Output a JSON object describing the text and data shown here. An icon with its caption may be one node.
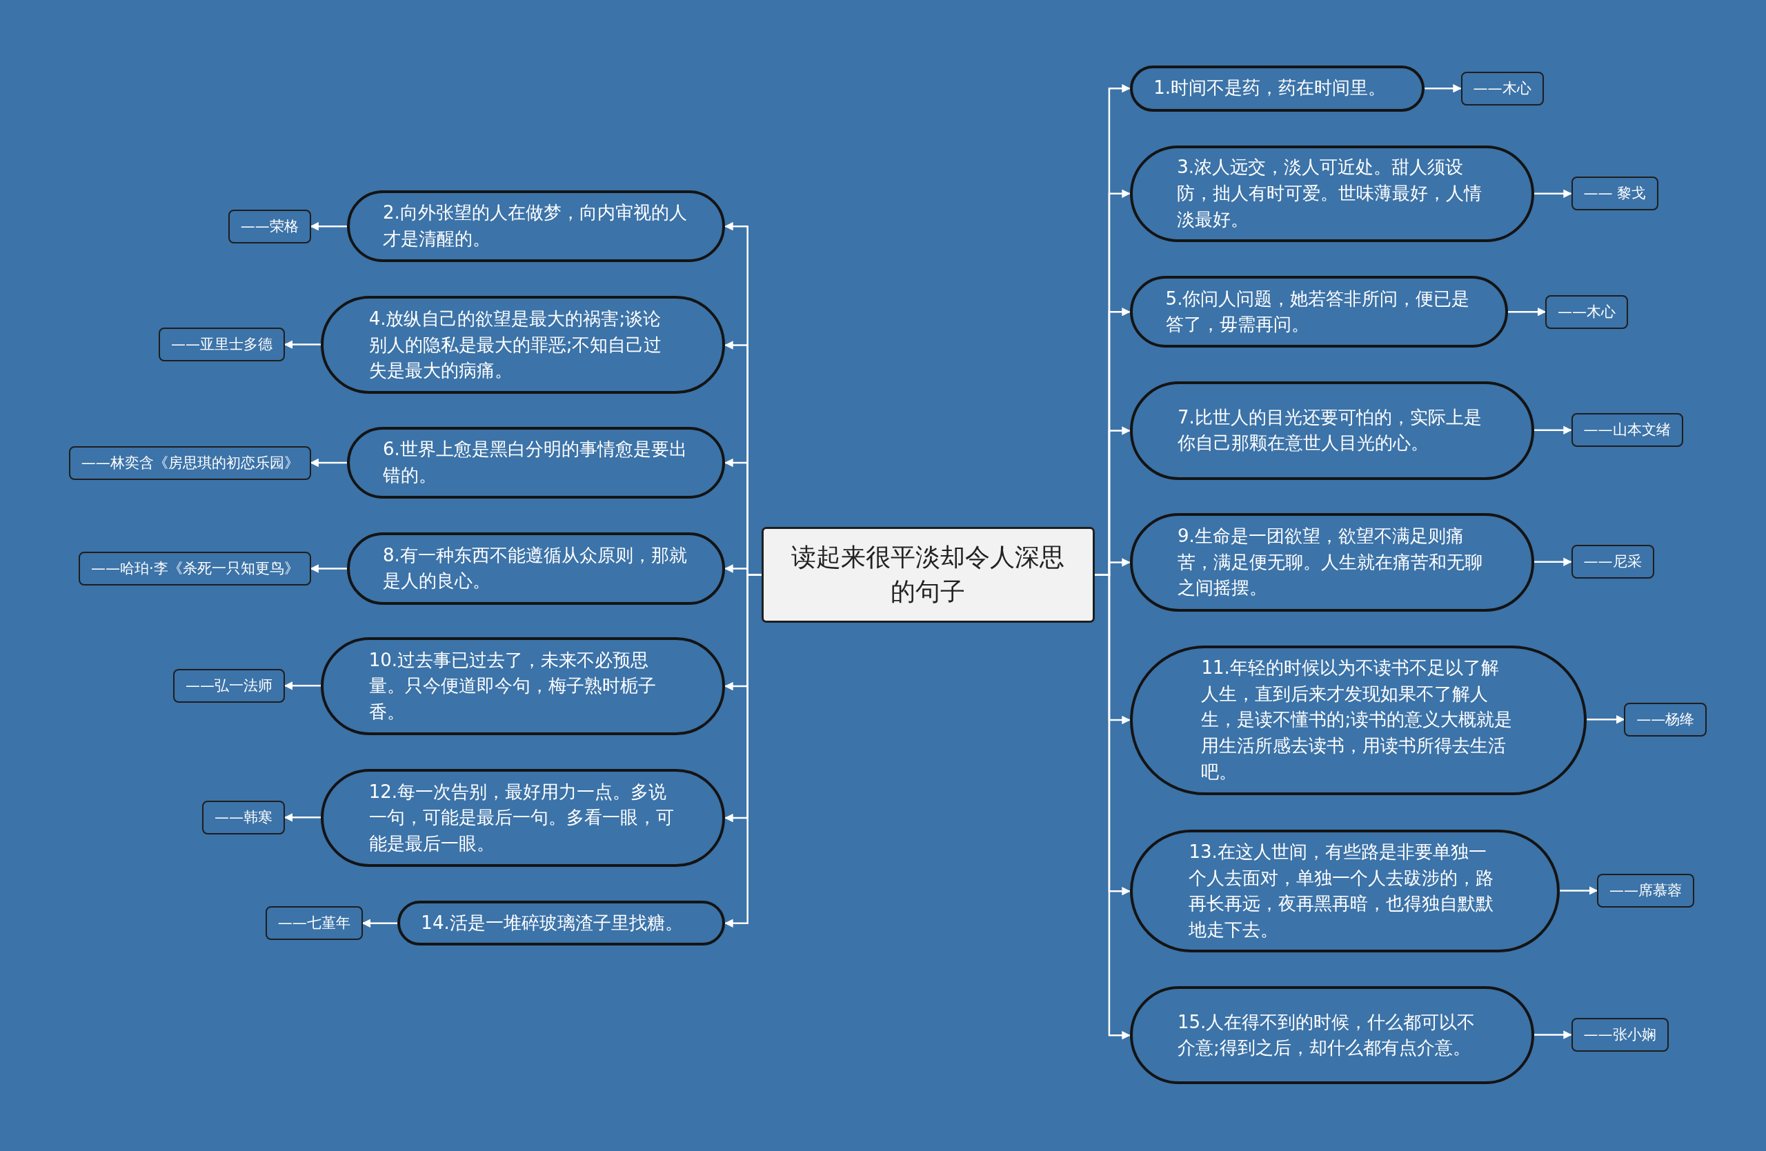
{
  "diagram": {
    "nodes": [
      {
        "text": [
          "读起来很平淡却令人深思的句子"
        ]
      },
      {
        "text": [
          "1.时间不是药，药在时间里。"
        ]
      },
      {
        "text": [
          "——木心"
        ]
      },
      {
        "text": [
          "2.向外张望的人在做梦，向内审视的人才是清醒的。"
        ]
      },
      {
        "text": [
          "——荣格"
        ]
      },
      {
        "text": [
          "3.浓人远交，淡人可近处。甜人须设防，拙人有时可爱。世味薄最好，人情淡最好。"
        ]
      },
      {
        "text": [
          "—— 黎戈"
        ]
      },
      {
        "text": [
          "4.放纵自己的欲望是最大的祸害;谈论别人的隐私是最大的罪恶;不知自己过失是最大的病痛。"
        ]
      },
      {
        "text": [
          "——亚里士多德"
        ]
      },
      {
        "text": [
          "5.你问人问题，她若答非所问，便已是答了，毋需再问。"
        ]
      },
      {
        "text": [
          "——木心"
        ]
      },
      {
        "text": [
          "6.世界上愈是黑白分明的事情愈是要出错的。"
        ]
      },
      {
        "text": [
          "——林奕含《房思琪的初恋乐园》"
        ]
      },
      {
        "text": [
          "7.比世人的目光还要可怕的，实际上是你自己那颗在意世人目光的心。"
        ]
      },
      {
        "text": [
          "——山本文绪"
        ]
      },
      {
        "text": [
          "8.有一种东西不能遵循从众原则，那就是人的良心。"
        ]
      },
      {
        "text": [
          "——哈珀·李《杀死一只知更鸟》"
        ]
      },
      {
        "text": [
          "9.生命是一团欲望，欲望不满足则痛苦，满足便无聊。人生就在痛苦和无聊之间摇摆。"
        ]
      },
      {
        "text": [
          "——尼采"
        ]
      },
      {
        "text": [
          "10.过去事已过去了，未来不必预思量。只今便道即今句，梅子熟时栀子香。"
        ]
      },
      {
        "text": [
          "——弘一法师"
        ]
      },
      {
        "text": [
          "11.年轻的时候以为不读书不足以了解人生，直到后来才发现如果不了解人生，是读不懂书的;读书的意义大概就是用生活所感去读书，用读书所得去生活吧。"
        ]
      },
      {
        "text": [
          "——杨绛"
        ]
      },
      {
        "text": [
          "12.每一次告别，最好用力一点。多说一句，可能是最后一句。多看一眼，可能是最后一眼。"
        ]
      },
      {
        "text": [
          "——韩寒"
        ]
      },
      {
        "text": [
          "13.在这人世间，有些路是非要单独一个人去面对，单独一个人去跋涉的，路再长再远，夜再黑再暗，也得独自默默地走下去。"
        ]
      },
      {
        "text": [
          "——席慕蓉"
        ]
      },
      {
        "text": [
          "14.活是一堆碎玻璃渣子里找糖。"
        ]
      },
      {
        "text": [
          "——七堇年"
        ]
      },
      {
        "text": [
          "15.人在得不到的时候，什么都可以不介意;得到之后，却什么都有点介意。"
        ]
      },
      {
        "text": [
          "——张小娴"
        ]
      }
    ],
    "edges": [
      {
        "from": 0,
        "to": 1,
        "arrow": "to"
      },
      {
        "from": 1,
        "to": 2,
        "arrow": "to"
      },
      {
        "from": 0,
        "to": 3,
        "arrow": "to"
      },
      {
        "from": 3,
        "to": 4,
        "arrow": "to"
      },
      {
        "from": 0,
        "to": 5,
        "arrow": "to"
      },
      {
        "from": 5,
        "to": 6,
        "arrow": "to"
      },
      {
        "from": 0,
        "to": 7,
        "arrow": "to"
      },
      {
        "from": 7,
        "to": 8,
        "arrow": "to"
      },
      {
        "from": 0,
        "to": 9,
        "arrow": "to"
      },
      {
        "from": 9,
        "to": 10,
        "arrow": "to"
      },
      {
        "from": 0,
        "to": 11,
        "arrow": "to"
      },
      {
        "from": 11,
        "to": 12,
        "arrow": "to"
      },
      {
        "from": 0,
        "to": 13,
        "arrow": "to"
      },
      {
        "from": 13,
        "to": 14,
        "arrow": "to"
      },
      {
        "from": 0,
        "to": 15,
        "arrow": "to"
      },
      {
        "from": 15,
        "to": 16,
        "arrow": "to"
      },
      {
        "from": 0,
        "to": 17,
        "arrow": "to"
      },
      {
        "from": 17,
        "to": 18,
        "arrow": "to"
      },
      {
        "from": 0,
        "to": 19,
        "arrow": "to"
      },
      {
        "from": 19,
        "to": 20,
        "arrow": "to"
      },
      {
        "from": 0,
        "to": 21,
        "arrow": "to"
      },
      {
        "from": 21,
        "to": 22,
        "arrow": "to"
      },
      {
        "from": 0,
        "to": 23,
        "arrow": "to"
      },
      {
        "from": 23,
        "to": 24,
        "arrow": "to"
      },
      {
        "from": 0,
        "to": 25,
        "arrow": "to"
      },
      {
        "from": 25,
        "to": 26,
        "arrow": "to"
      },
      {
        "from": 0,
        "to": 27,
        "arrow": "to"
      },
      {
        "from": 27,
        "to": 28,
        "arrow": "to"
      },
      {
        "from": 0,
        "to": 29,
        "arrow": "to"
      },
      {
        "from": 29,
        "to": 30,
        "arrow": "to"
      }
    ]
  }
}
